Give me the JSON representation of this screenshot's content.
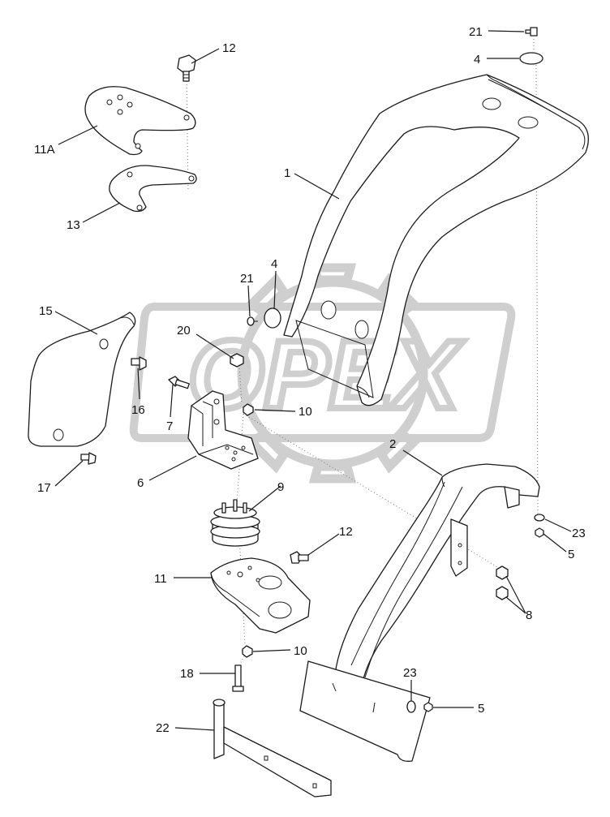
{
  "watermark": {
    "text": "OPEX"
  },
  "callouts": [
    {
      "id": "c21-top",
      "text": "21"
    },
    {
      "id": "c4-top",
      "text": "4"
    },
    {
      "id": "c12-top",
      "text": "12"
    },
    {
      "id": "c11a",
      "text": "11A"
    },
    {
      "id": "c1",
      "text": "1"
    },
    {
      "id": "c13",
      "text": "13"
    },
    {
      "id": "c4-mid",
      "text": "4"
    },
    {
      "id": "c21-mid",
      "text": "21"
    },
    {
      "id": "c15",
      "text": "15"
    },
    {
      "id": "c20",
      "text": "20"
    },
    {
      "id": "c16",
      "text": "16"
    },
    {
      "id": "c10-mid",
      "text": "10"
    },
    {
      "id": "c7",
      "text": "7"
    },
    {
      "id": "c2",
      "text": "2"
    },
    {
      "id": "c6",
      "text": "6"
    },
    {
      "id": "c17",
      "text": "17"
    },
    {
      "id": "c9",
      "text": "9"
    },
    {
      "id": "c23-top",
      "text": "23"
    },
    {
      "id": "c5-top",
      "text": "5"
    },
    {
      "id": "c12-mid",
      "text": "12"
    },
    {
      "id": "c11",
      "text": "11"
    },
    {
      "id": "c8",
      "text": "8"
    },
    {
      "id": "c10-low",
      "text": "10"
    },
    {
      "id": "c18",
      "text": "18"
    },
    {
      "id": "c23-low",
      "text": "23"
    },
    {
      "id": "c5-low",
      "text": "5"
    },
    {
      "id": "c22",
      "text": "22"
    }
  ]
}
